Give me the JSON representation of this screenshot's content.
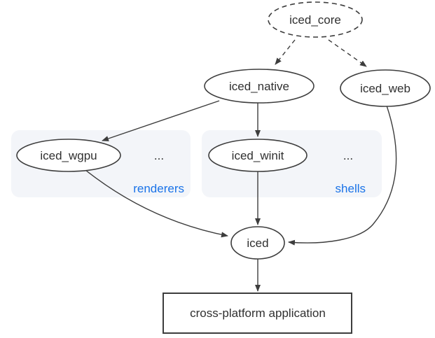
{
  "colors": {
    "background": "#ffffff",
    "stroke": "#3d3d3d",
    "text": "#303030",
    "accent_blue": "#1a73e8",
    "group_fill": "#f3f5f9"
  },
  "nodes": {
    "iced_core": {
      "label": "iced_core"
    },
    "iced_native": {
      "label": "iced_native"
    },
    "iced_web": {
      "label": "iced_web"
    },
    "iced_wgpu": {
      "label": "iced_wgpu"
    },
    "iced_winit": {
      "label": "iced_winit"
    },
    "iced": {
      "label": "iced"
    },
    "app": {
      "label": "cross-platform application"
    }
  },
  "groups": {
    "renderers": {
      "label": "renderers",
      "more": "..."
    },
    "shells": {
      "label": "shells",
      "more": "..."
    }
  }
}
